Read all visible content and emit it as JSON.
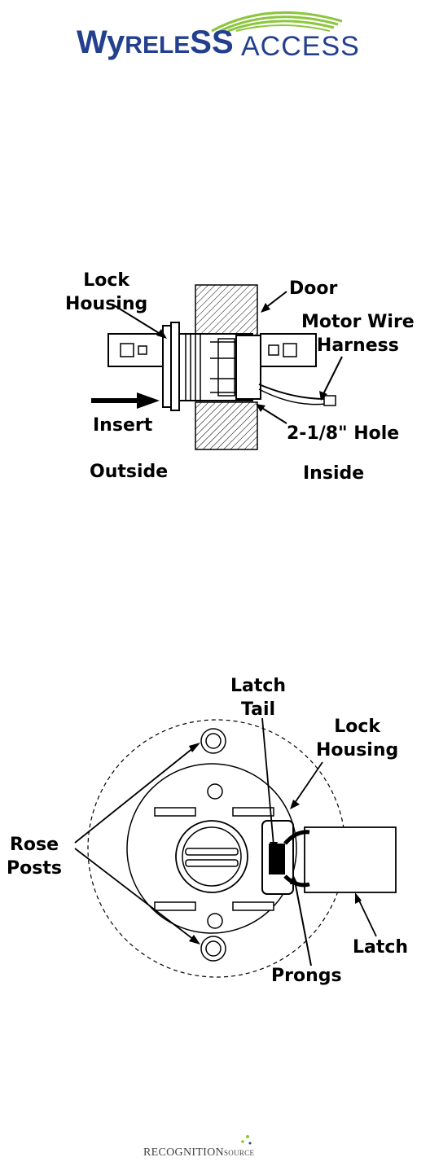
{
  "logo": {
    "word_prefix": "Wy",
    "word_mid": "RELE",
    "word_ss": "SS",
    "word_suffix": "ACCESS"
  },
  "diagram1": {
    "labels": {
      "lock_housing_1": "Lock",
      "lock_housing_2": "Housing",
      "door": "Door",
      "motor_wire_1": "Motor Wire",
      "motor_wire_2": "Harness",
      "insert": "Insert",
      "hole": "2-1/8\" Hole",
      "outside": "Outside",
      "inside": "Inside"
    }
  },
  "diagram2": {
    "labels": {
      "latch_tail_1": "Latch",
      "latch_tail_2": "Tail",
      "lock_housing_1": "Lock",
      "lock_housing_2": "Housing",
      "rose_posts_1": "Rose",
      "rose_posts_2": "Posts",
      "latch": "Latch",
      "prongs": "Prongs"
    }
  },
  "footer": {
    "brand_main": "RECOGNITION",
    "brand_sub": "SOURCE"
  },
  "colors": {
    "logo_blue": "#23408e",
    "logo_green": "#8cc63f",
    "ink": "#000000"
  }
}
